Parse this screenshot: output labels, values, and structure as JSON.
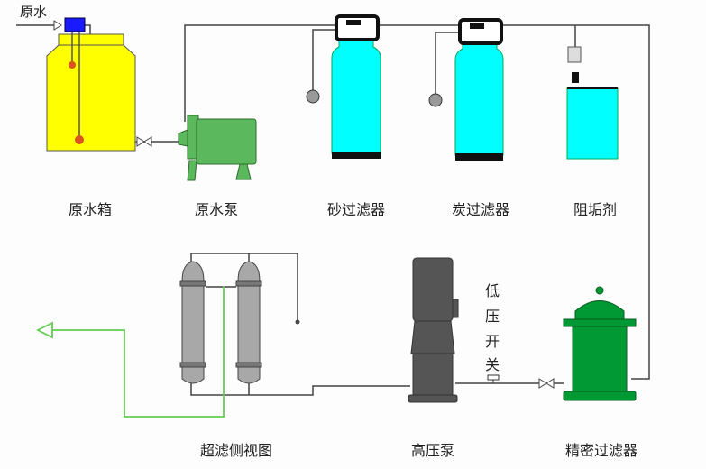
{
  "inlet_label": "原水",
  "labels": {
    "raw_water_tank": "原水箱",
    "raw_water_pump": "原水泵",
    "sand_filter": "砂过滤器",
    "carbon_filter": "炭过滤器",
    "scale_inhibitor": "阻垢剂",
    "ultrafiltration": "超滤侧视图",
    "high_pressure_pump": "高压泵",
    "precision_filter": "精密过滤器",
    "low_pressure_switch": [
      "低",
      "压",
      "开",
      "关"
    ]
  },
  "colors": {
    "tank": "#ffff00",
    "pump": "#5cb85c",
    "filter": "#00ffff",
    "membrane": "#a8a8a8",
    "hp_pump": "#555555",
    "precision_filter": "#009933",
    "product_line": "#66cc55",
    "pipe": "#333333",
    "controller": "#1a1aff"
  }
}
